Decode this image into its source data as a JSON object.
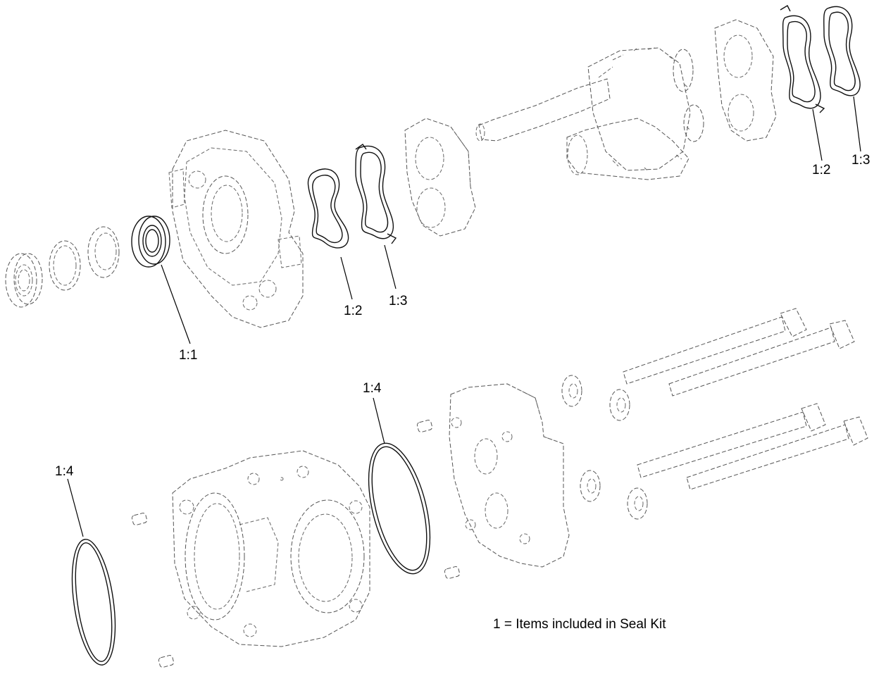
{
  "callouts": [
    {
      "id": "c1",
      "text": "1:1"
    },
    {
      "id": "c2",
      "text": "1:2"
    },
    {
      "id": "c3",
      "text": "1:3"
    },
    {
      "id": "c4",
      "text": "1:2"
    },
    {
      "id": "c5",
      "text": "1:3"
    },
    {
      "id": "c6",
      "text": "1:4"
    },
    {
      "id": "c7",
      "text": "1:4"
    }
  ],
  "note": "1 = Items included in Seal Kit"
}
